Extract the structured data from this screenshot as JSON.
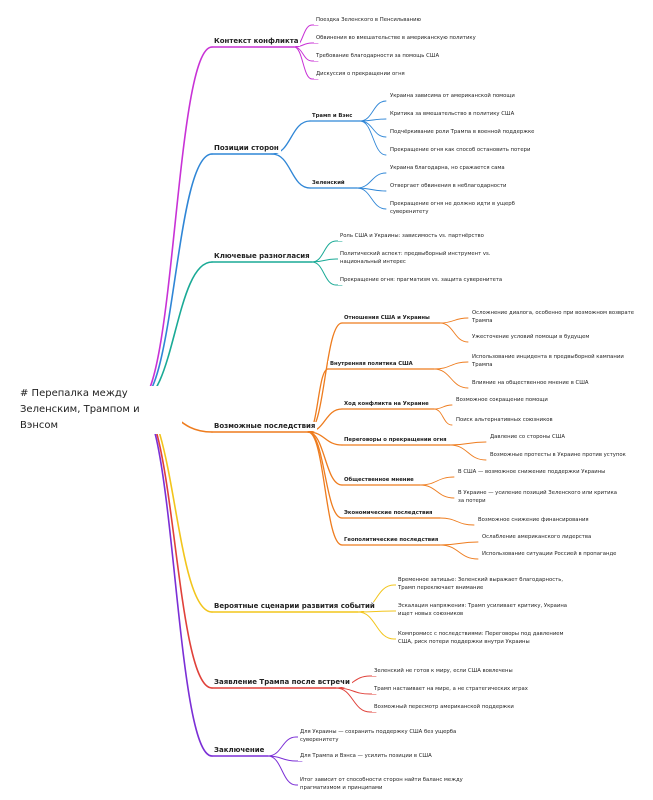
{
  "root": {
    "text": "# Перепалка между Зеленским, Трампом и Вэнсом"
  },
  "branches": [
    {
      "label": "Контекст конфликта",
      "color": "#c832d6",
      "children": [
        {
          "text": "Поездка Зеленского в Пенсильванию"
        },
        {
          "text": "Обвинения во вмешательстве в американскую политику"
        },
        {
          "text": "Требование благодарности за помощь США"
        },
        {
          "text": "Дискуссия о прекращении огня"
        }
      ]
    },
    {
      "label": "Позиции сторон",
      "color": "#2f86d6",
      "children": [
        {
          "text": "Трамп и Вэнс",
          "children": [
            {
              "text": "Украина зависима от американской помощи"
            },
            {
              "text": "Критика за вмешательство в политику США"
            },
            {
              "text": "Подчёркивание роли Трампа в военной поддержке"
            },
            {
              "text": "Прекращение огня как способ остановить потери"
            }
          ]
        },
        {
          "text": "Зеленский",
          "children": [
            {
              "text": "Украина благодарна, но сражается сама"
            },
            {
              "text": "Отвергает обвинения в неблагодарности"
            },
            {
              "text": "Прекращение огня не должно идти в ущерб суверенитету"
            }
          ]
        }
      ]
    },
    {
      "label": "Ключевые разногласия",
      "color": "#1aaa96",
      "children": [
        {
          "text": "Роль США и Украины: зависимость vs. партнёрство"
        },
        {
          "text": "Политический аспект: предвыборный инструмент vs. национальный интерес"
        },
        {
          "text": "Прекращение огня: прагматизм vs. защита суверенитета"
        }
      ]
    },
    {
      "label": "Возможные последствия",
      "color": "#ee7c1e",
      "children": [
        {
          "text": "Отношения США и Украины",
          "children": [
            {
              "text": "Осложнение диалога, особенно при возможном возврате Трампа"
            },
            {
              "text": "Ужесточение условий помощи в будущем"
            }
          ]
        },
        {
          "text": "Внутренняя политика США",
          "children": [
            {
              "text": "Использование инцидента в предвыборной кампании Трампа"
            },
            {
              "text": "Влияние на общественное мнение в США"
            }
          ]
        },
        {
          "text": "Ход конфликта на Украине",
          "children": [
            {
              "text": "Возможное сокращение помощи"
            },
            {
              "text": "Поиск альтернативных союзников"
            }
          ]
        },
        {
          "text": "Переговоры о прекращении огня",
          "children": [
            {
              "text": "Давление со стороны США"
            },
            {
              "text": "Возможные протесты в Украине против уступок"
            }
          ]
        },
        {
          "text": "Общественное мнение",
          "children": [
            {
              "text": "В США — возможное снижение поддержки Украины"
            },
            {
              "text": "В Украине — усиление позиций Зеленского или критика за потери"
            }
          ]
        },
        {
          "text": "Экономические последствия",
          "children": [
            {
              "text": "Возможное снижение финансирования"
            }
          ]
        },
        {
          "text": "Геополитические последствия",
          "children": [
            {
              "text": "Ослабление американского лидерства"
            },
            {
              "text": "Использование ситуации Россией в пропаганде"
            }
          ]
        }
      ]
    },
    {
      "label": "Вероятные сценарии развития событий",
      "color": "#f2c51c",
      "children": [
        {
          "text": "Временное затишье: Зеленский выражает благодарность, Трамп переключает внимание"
        },
        {
          "text": "Эскалация напряжения: Трамп усиливает критику, Украина ищет новых союзников"
        },
        {
          "text": "Компромисс с последствиями: Переговоры под давлением США, риск потери поддержки внутри Украины"
        }
      ]
    },
    {
      "label": "Заявление Трампа после встречи",
      "color": "#e0413a",
      "children": [
        {
          "text": "Зеленский не готов к миру, если США вовлечены"
        },
        {
          "text": "Трамп настаивает на мире, а не стратегических играх"
        },
        {
          "text": "Возможный пересмотр американской поддержки"
        }
      ]
    },
    {
      "label": "Заключение",
      "color": "#7b2fd6",
      "children": [
        {
          "text": "Для Украины — сохранить поддержку США без ущерба суверенитету"
        },
        {
          "text": "Для Трампа и Вэнса — усилить позиции в США"
        },
        {
          "text": "Итог зависит от способности сторон найти баланс между прагматизмом и принципами"
        }
      ]
    }
  ]
}
